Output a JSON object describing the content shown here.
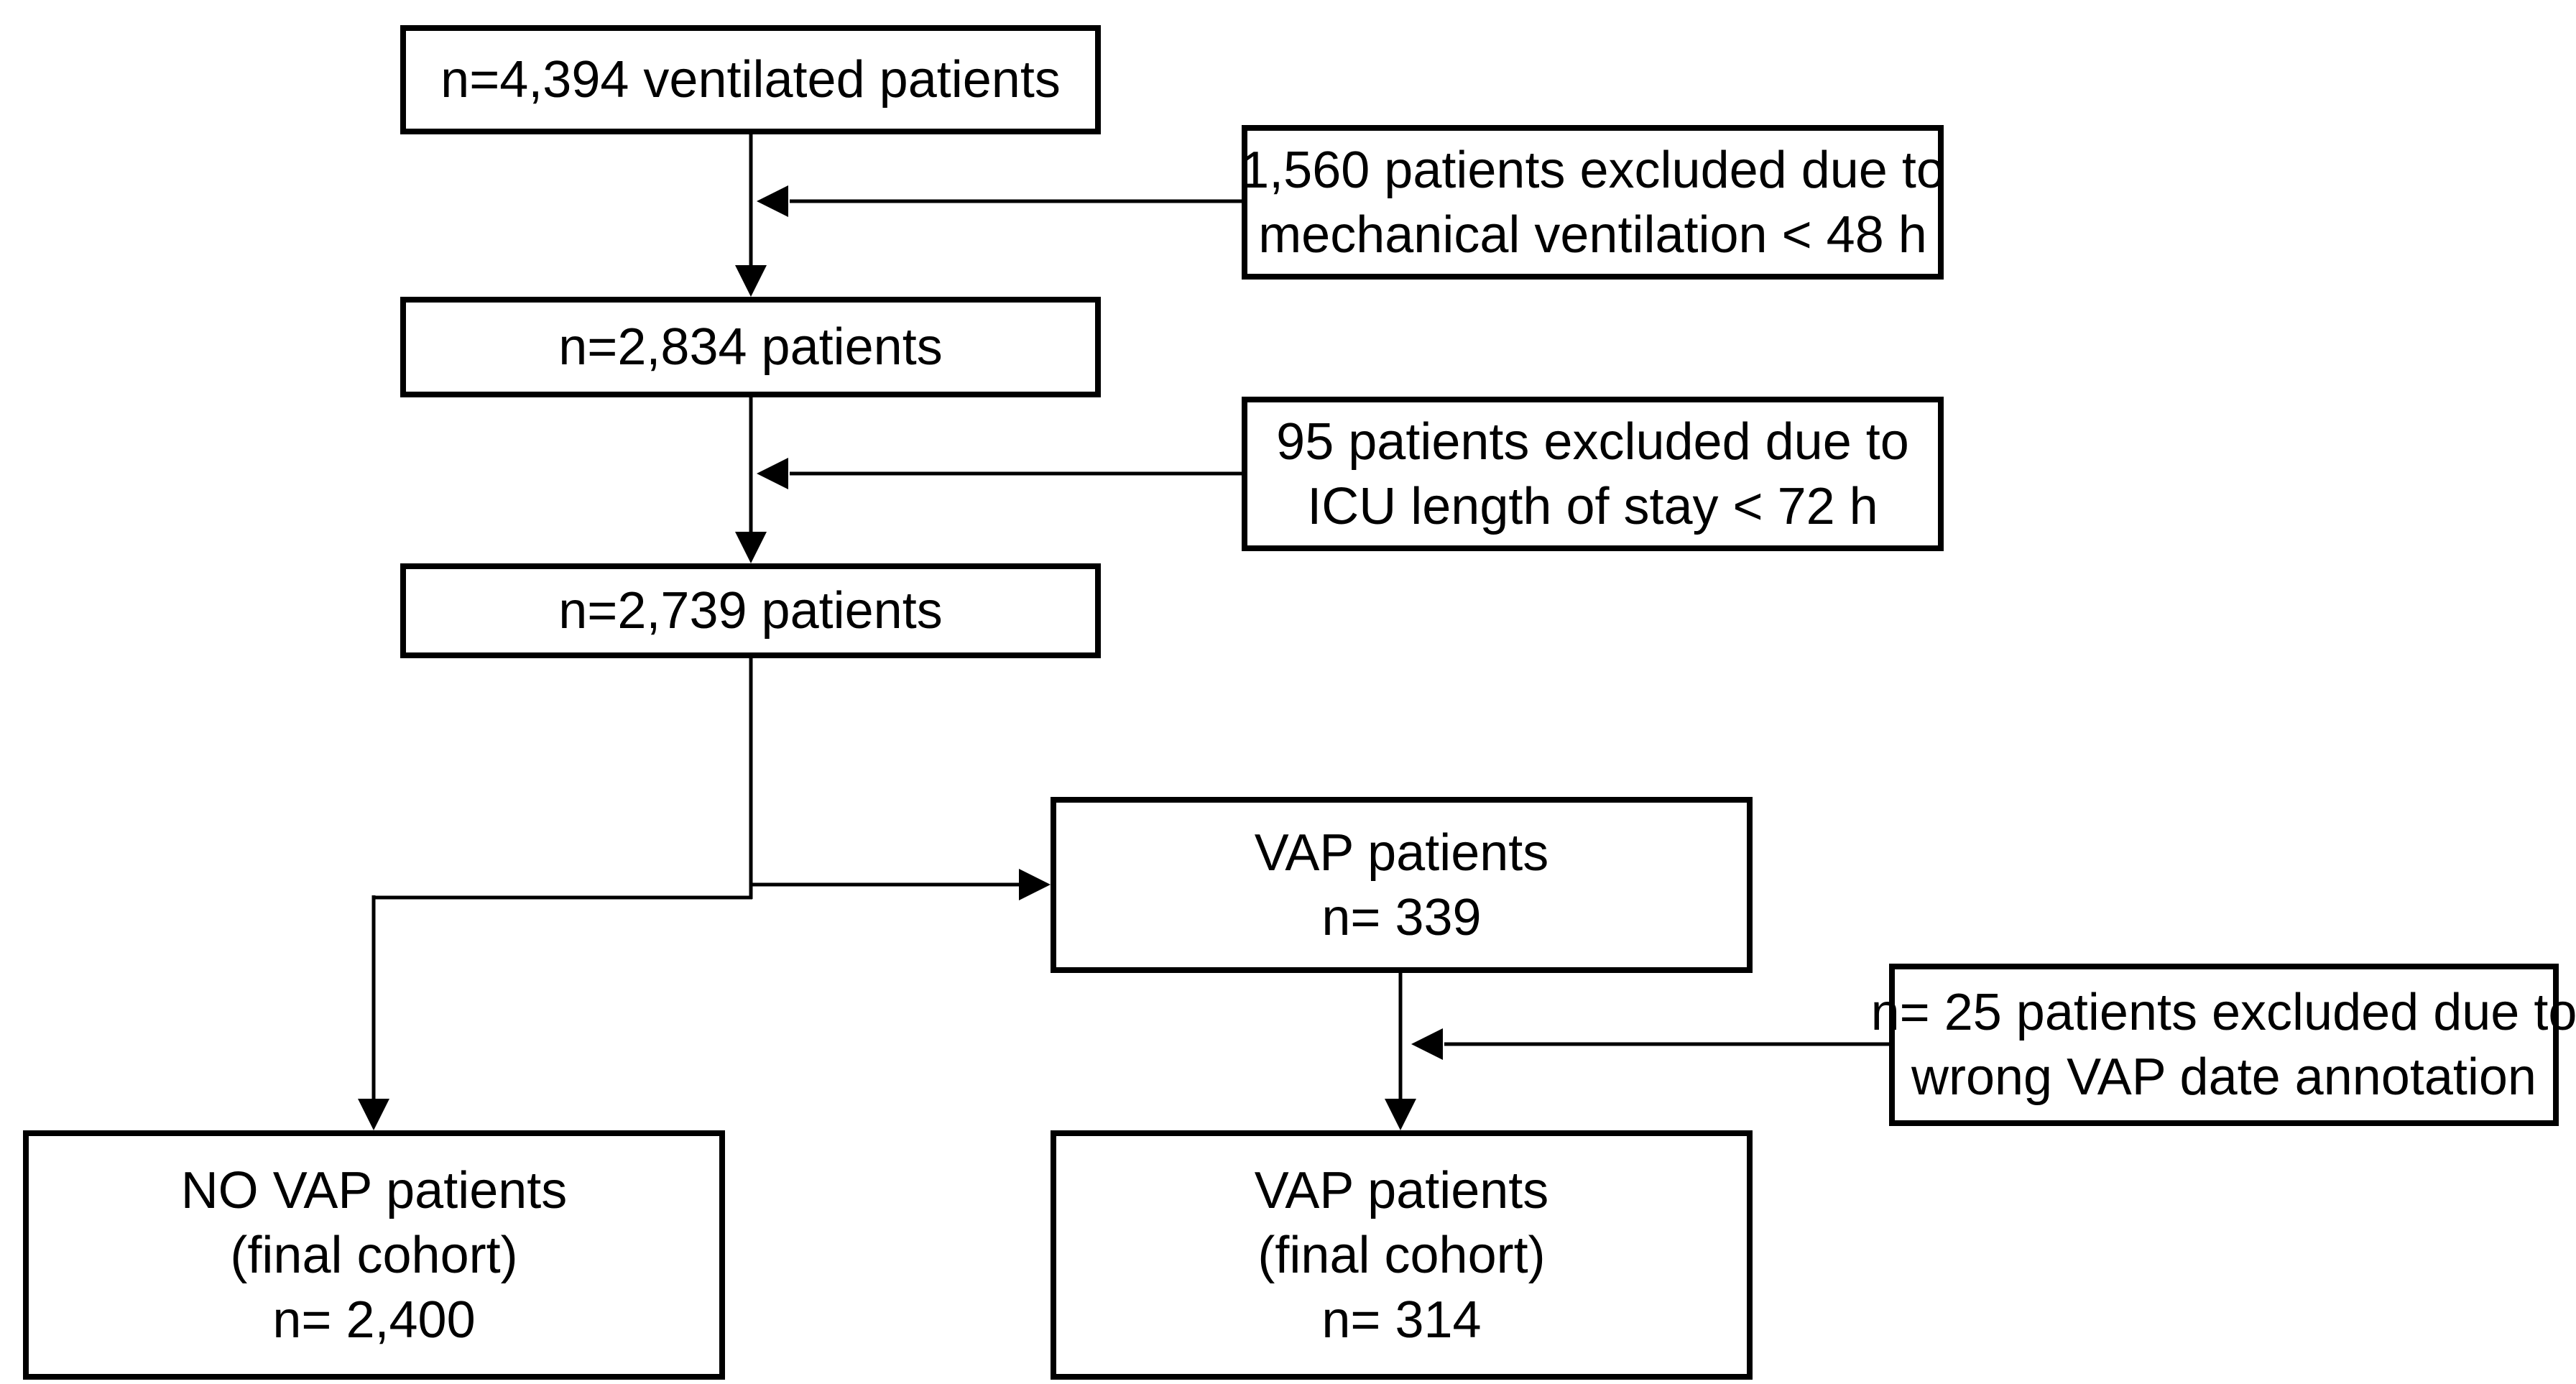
{
  "diagram": {
    "type": "flowchart",
    "description": "Patient inclusion/exclusion flow diagram for VAP study cohort",
    "nodes": {
      "ventilated": {
        "line1": "n=4,394 ventilated patients"
      },
      "excl_mv": {
        "line1": "1,560 patients excluded due to",
        "line2": "mechanical ventilation < 48 h"
      },
      "after_mv": {
        "line1": "n=2,834 patients"
      },
      "excl_icu": {
        "line1": "95 patients excluded due to",
        "line2": "ICU length of stay < 72 h"
      },
      "after_icu": {
        "line1": "n=2,739 patients"
      },
      "vap": {
        "line1": "VAP patients",
        "line2": "n= 339"
      },
      "excl_vap_date": {
        "line1": "n= 25 patients excluded due to",
        "line2": "wrong VAP date annotation"
      },
      "no_vap_final": {
        "line1": "NO VAP patients",
        "line2": "(final cohort)",
        "line3": "n= 2,400"
      },
      "vap_final": {
        "line1": "VAP patients",
        "line2": "(final cohort)",
        "line3": "n= 314"
      }
    },
    "edges": [
      {
        "from": "ventilated",
        "to": "after_mv",
        "arrow": "down"
      },
      {
        "from": "excl_mv",
        "to": "ventilated-after_mv-connector",
        "arrow": "left"
      },
      {
        "from": "after_mv",
        "to": "after_icu",
        "arrow": "down"
      },
      {
        "from": "excl_icu",
        "to": "after_mv-after_icu-connector",
        "arrow": "left"
      },
      {
        "from": "after_icu",
        "to": "vap",
        "arrow": "right"
      },
      {
        "from": "after_icu",
        "to": "no_vap_final",
        "arrow": "down"
      },
      {
        "from": "vap",
        "to": "vap_final",
        "arrow": "down"
      },
      {
        "from": "excl_vap_date",
        "to": "vap-vap_final-connector",
        "arrow": "left"
      }
    ],
    "colors": {
      "background": "#ffffff",
      "box_fill": "#ffffff",
      "box_border": "#000000",
      "text": "#000000",
      "line": "#000000"
    }
  }
}
